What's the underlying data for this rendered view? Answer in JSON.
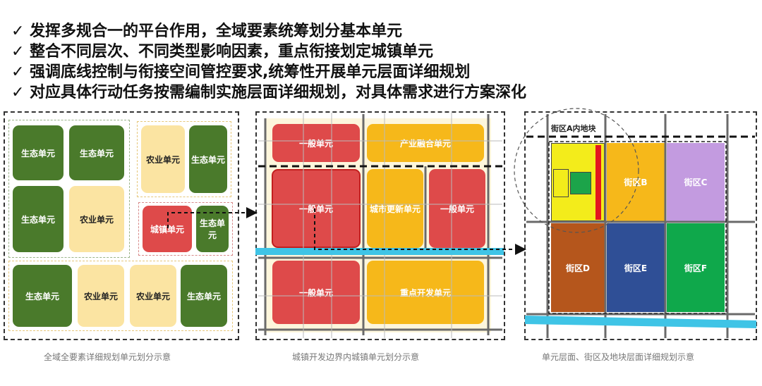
{
  "bullets": [
    {
      "check": "✓",
      "text": "发挥多规合一的平台作用，全域要素统筹划分基本单元"
    },
    {
      "check": "✓",
      "text": "整合不同层次、不同类型影响因素，重点衔接划定城镇单元"
    },
    {
      "check": "✓",
      "text": "强调底线控制与衔接空间管控要求,统筹性开展单元层面详细规划"
    },
    {
      "check": "✓",
      "text": "对应具体行动任务按需编制实施层面详细规划，对具体需求进行方案深化"
    }
  ],
  "panel1": {
    "caption": "全域全要素详细规划单元划分示意",
    "cells": [
      "生态单元",
      "生态单元",
      "生态单元",
      "农业单元",
      "农业单元",
      "生态单元",
      "城镇单元",
      "生态单元",
      "生态单元",
      "农业单元",
      "农业单元",
      "生态单元"
    ]
  },
  "panel2": {
    "caption": "城镇开发边界内城镇单元划分示意",
    "cells": [
      "一般单元",
      "产业融合单元",
      "一般单元",
      "城市更新单元",
      "一般单元",
      "一般单元",
      "重点开发单元"
    ]
  },
  "panel3": {
    "caption": "单元层面、街区及地块层面详细规划示意",
    "circle_label": "街区A内地块",
    "blocks": [
      "街区B",
      "街区C",
      "街区D",
      "街区E",
      "街区F"
    ]
  },
  "colors": {
    "ecology": "#4a7a2b",
    "agriculture": "#fbe4a2",
    "urban": "#de4a4a",
    "development": "#f6b81a",
    "river": "#3fc4e6",
    "block_b": "#f6b81a",
    "block_c": "#c39be0",
    "block_d": "#b5561c",
    "block_e": "#2f4f96",
    "block_f": "#0fa84b"
  }
}
